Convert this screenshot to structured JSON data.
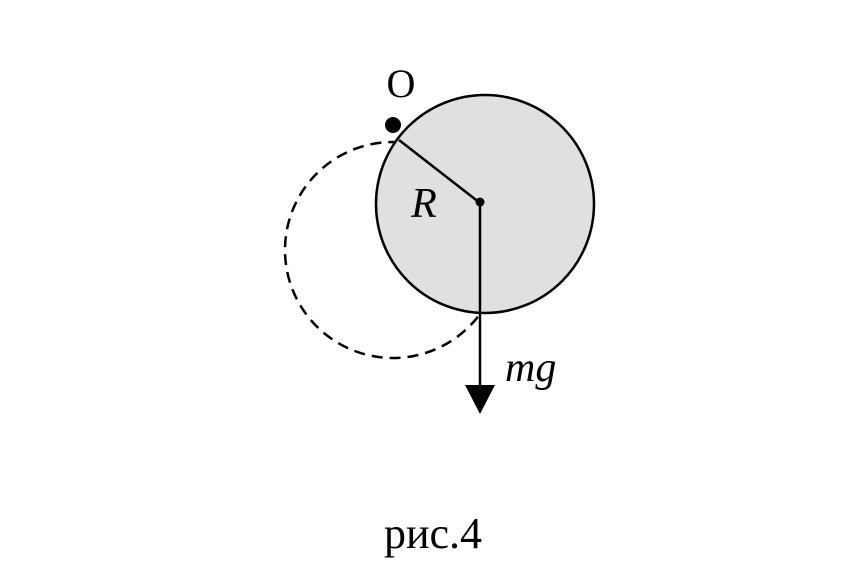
{
  "diagram": {
    "point_label": "O",
    "radius_label": "R",
    "force_label": "mg",
    "caption": "рис.4"
  },
  "colors": {
    "disk_fill": "#e0e0e0",
    "stroke": "#000000",
    "background": "#ffffff"
  }
}
